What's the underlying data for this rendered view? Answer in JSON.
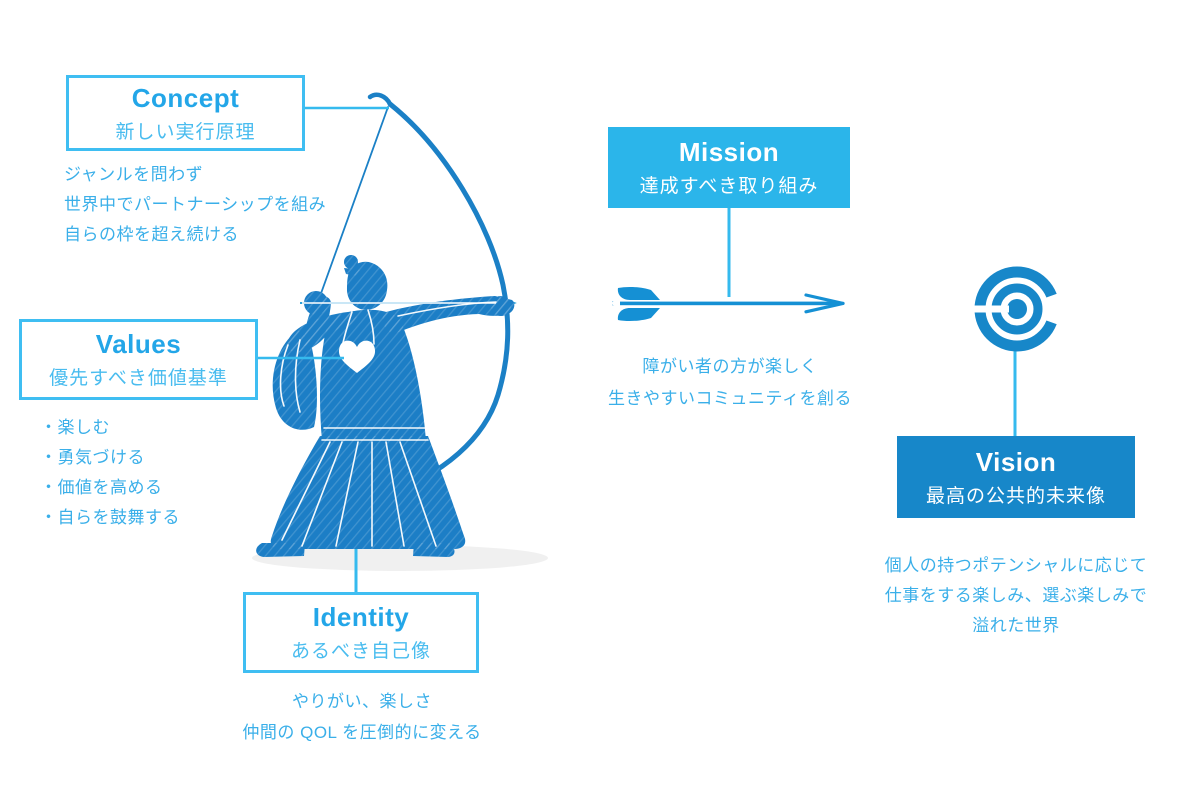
{
  "palette": {
    "light_blue": "#2fb3ea",
    "outline_blue": "#3fbef2",
    "heading_blue": "#23a6e8",
    "text_blue": "#3aafe9",
    "mission_fill": "#2bb5ea",
    "vision_fill": "#1787c9",
    "archer_blue": "#1c7ec6",
    "arrow_blue": "#1590d4"
  },
  "concept": {
    "title": "Concept",
    "subtitle": "新しい実行原理",
    "description": [
      "ジャンルを問わず",
      "世界中でパートナーシップを組み",
      "自らの枠を超え続ける"
    ]
  },
  "values": {
    "title": "Values",
    "subtitle": "優先すべき価値基準",
    "bullets": [
      "・楽しむ",
      "・勇気づける",
      "・価値を高める",
      "・自らを鼓舞する"
    ]
  },
  "identity": {
    "title": "Identity",
    "subtitle": "あるべき自己像",
    "description": [
      "やりがい、楽しさ",
      "仲間の QOL を圧倒的に変える"
    ]
  },
  "mission": {
    "title": "Mission",
    "subtitle": "達成すべき取り組み",
    "description": [
      "障がい者の方が楽しく",
      "生きやすいコミュニティを創る"
    ]
  },
  "vision": {
    "title": "Vision",
    "subtitle": "最高の公共的未来像",
    "description": [
      "個人の持つポテンシャルに応じて",
      "仕事をする楽しみ、選ぶ楽しみで",
      "溢れた世界"
    ]
  },
  "icons": {
    "archer": "kyudo-archer-illustration",
    "arrow": "arrow-right-icon",
    "target": "bullseye-target-icon",
    "heart": "heart-icon"
  }
}
